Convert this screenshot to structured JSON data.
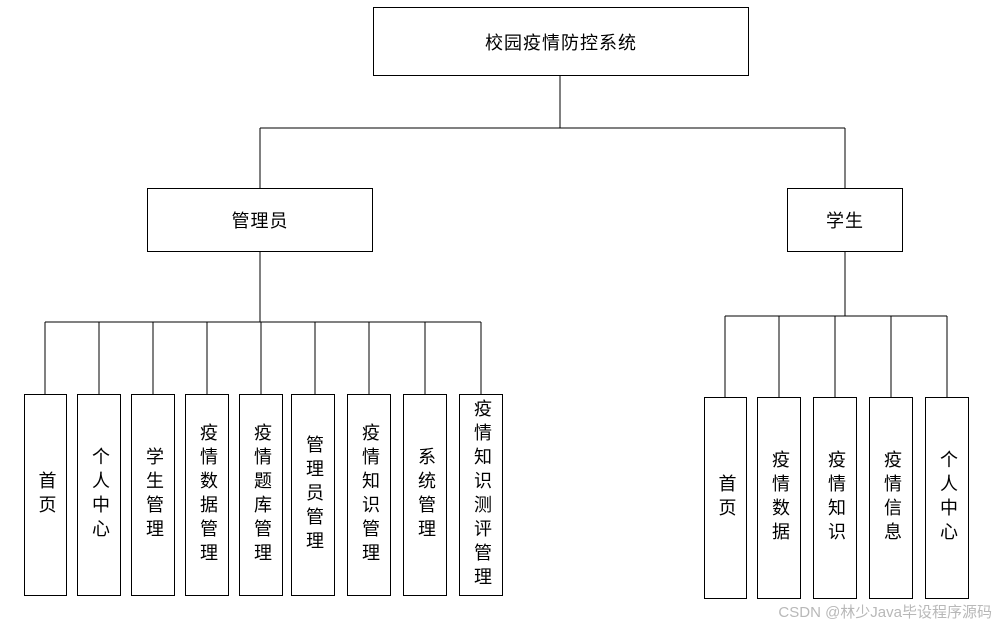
{
  "root": {
    "label": "校园疫情防控系统"
  },
  "admin": {
    "label": "管理员",
    "children": [
      "首页",
      "个人中心",
      "学生管理",
      "疫情数据管理",
      "疫情题库管理",
      "管理员管理",
      "疫情知识管理",
      "系统管理",
      "疫情知识测评管理"
    ]
  },
  "student": {
    "label": "学生",
    "children": [
      "首页",
      "疫情数据",
      "疫情知识",
      "疫情信息",
      "个人中心"
    ]
  },
  "watermark": "CSDN @林少Java毕设程序源码"
}
